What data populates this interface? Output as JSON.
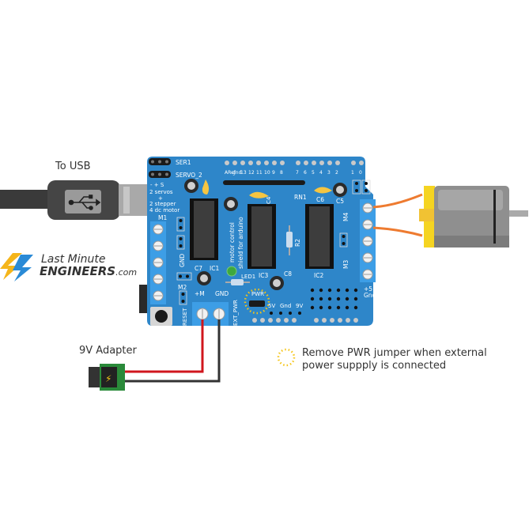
{
  "diagram": {
    "title": "Motor control shield wiring",
    "labels": {
      "to_usb": "To USB",
      "adapter": "9V Adapter",
      "note_line1": "Remove PWR jumper when external",
      "note_line2": "power suppply is connected"
    },
    "logo": {
      "line1": "Last Minute",
      "line2_bold": "ENGINEERS",
      "line2_suffix": ".com"
    },
    "board": {
      "ser1": "SER1",
      "servo2": "SERVO_2",
      "servo_pins": "-  +  S",
      "servos_line": "2  servos",
      "plus": "+",
      "stepper_line": "2  stepper",
      "dc_line": "4  dc motor",
      "m1": "M1",
      "m2": "M2",
      "m3": "M3",
      "m4": "M4",
      "gnd": "GND",
      "reset": "RESET",
      "plus_m": "+M",
      "ext_gnd": "GND",
      "ext_pwr": "EXT_PWR",
      "c4": "C4",
      "c5": "C5",
      "c6": "C6",
      "c7": "C7",
      "c8": "C8",
      "ic1": "IC1",
      "ic2": "IC2",
      "ic3": "IC3",
      "rn1": "RN1",
      "r2": "R2",
      "led1": "LED1",
      "pwr": "PWR",
      "v5": "5V",
      "gnd2": "Gnd",
      "v9": "9V",
      "plus5": "+5",
      "gnd3": "Gnd",
      "brand1": "motor control",
      "brand2": "shield for arduino",
      "header_pins": [
        "ARef",
        "gnd",
        "13",
        "12",
        "11",
        "10",
        "9",
        "8",
        "7",
        "6",
        "5",
        "4",
        "3",
        "2",
        "1",
        "0"
      ]
    },
    "colors": {
      "board": "#2e86c9",
      "terminal": "#3d9ee6",
      "wire_red": "#d0161d",
      "wire_black": "#333333",
      "motor_lead": "#ee7b30",
      "motor_yellow": "#f5d421",
      "jumper_ring": "#f5c518"
    }
  }
}
